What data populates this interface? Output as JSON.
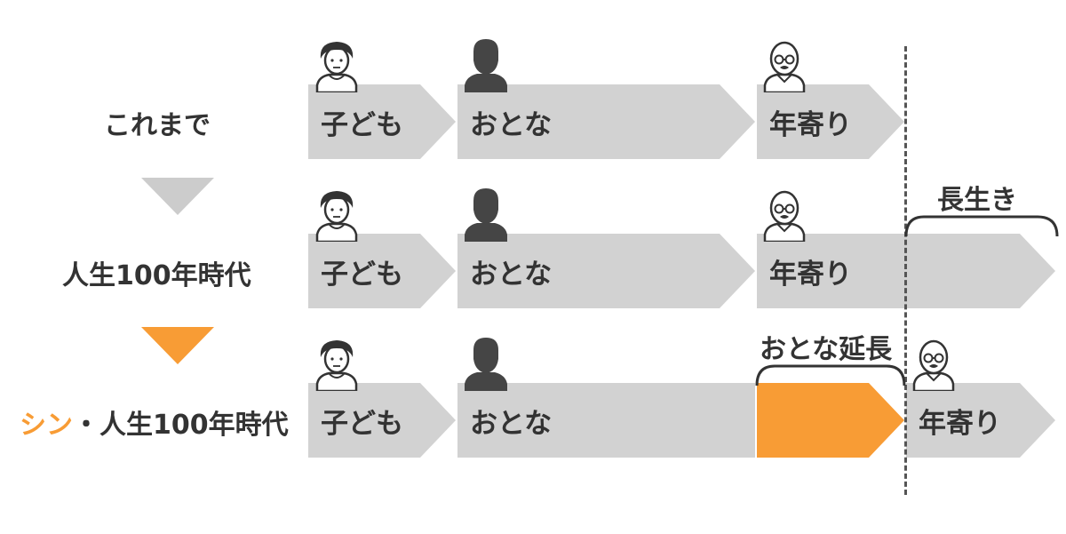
{
  "colors": {
    "bar": "#d2d2d2",
    "accent": "#f89c35",
    "text": "#333333",
    "arrow_gray": "#cccccc",
    "icon_dark": "#454545"
  },
  "rows": [
    {
      "label": "これまで",
      "segments": {
        "child": "子ども",
        "adult": "おとな",
        "elder": "年寄り"
      }
    },
    {
      "label": "人生100年時代",
      "segments": {
        "child": "子ども",
        "adult": "おとな",
        "elder": "年寄り"
      },
      "brace_label": "長生き"
    },
    {
      "label_accent": "シン",
      "label_rest": "・人生100年時代",
      "segments": {
        "child": "子ども",
        "adult": "おとな",
        "elder": "年寄り"
      },
      "brace_label": "おとな延長"
    }
  ],
  "icons": {
    "child": "child-face-icon",
    "adult": "adult-silhouette-icon",
    "elder": "elder-glasses-icon"
  }
}
